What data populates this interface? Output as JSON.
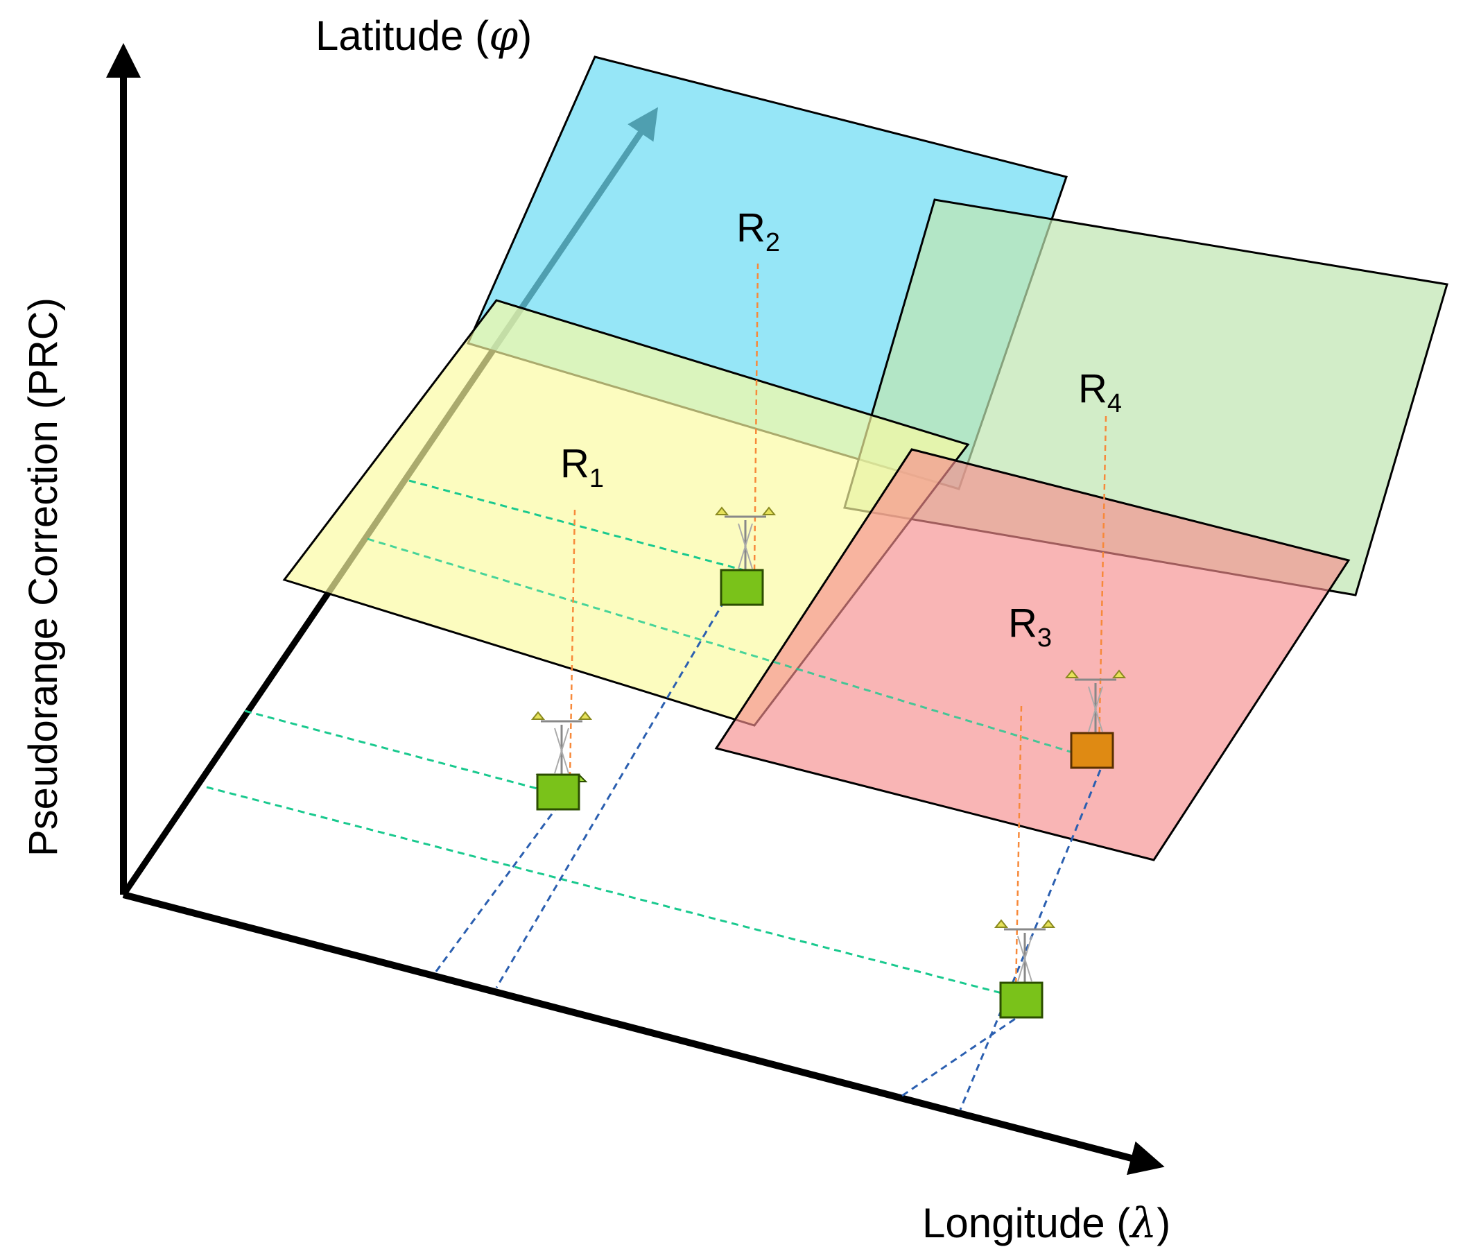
{
  "axes": {
    "vertical": "Pseudorange Correction (PRC)",
    "latitude": {
      "text": "Latitude (",
      "symbol": "φ",
      "close": ")"
    },
    "longitude": {
      "text": "Longitude (",
      "symbol": "λ",
      "close": ")"
    }
  },
  "planes": [
    {
      "id": "R1",
      "label": "R",
      "sub": "1",
      "fill": "#fbfba0"
    },
    {
      "id": "R2",
      "label": "R",
      "sub": "2",
      "fill": "#6edcf4"
    },
    {
      "id": "R3",
      "label": "R",
      "sub": "3",
      "fill": "#f68e8e"
    },
    {
      "id": "R4",
      "label": "R",
      "sub": "4",
      "fill": "#bfe6b0"
    }
  ],
  "colors": {
    "axis": "#000000",
    "guide_lat": "#19c98e",
    "guide_lon": "#2b5fb0",
    "projection": "#f7893a",
    "station_green": "#7ac21a",
    "station_orange": "#df8a13"
  },
  "icons": [
    "reference-station-icon"
  ]
}
